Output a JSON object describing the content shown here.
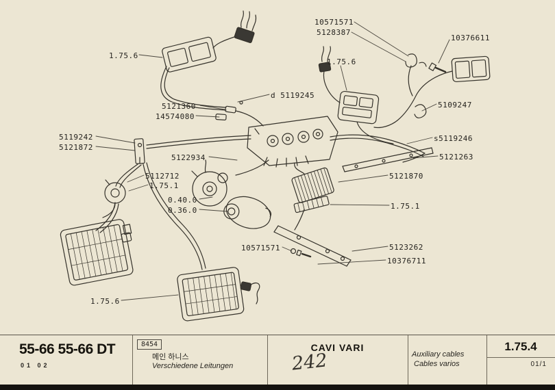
{
  "page": {
    "background": "#ece6d3",
    "line_color": "#34312a",
    "description": "Tractor wiring / auxiliary cables exploded parts diagram"
  },
  "diagram": {
    "labels": [
      {
        "id": "part-10571571-top",
        "text": "10571571"
      },
      {
        "id": "part-5128387",
        "text": "5128387"
      },
      {
        "id": "part-10376611",
        "text": "10376611"
      },
      {
        "id": "ref-1756-a",
        "text": "1.75.6"
      },
      {
        "id": "ref-1756-b",
        "text": "1.75.6"
      },
      {
        "id": "part-d5119245",
        "text": "d 5119245"
      },
      {
        "id": "part-5121360",
        "text": "5121360"
      },
      {
        "id": "part-14574080",
        "text": "14574080"
      },
      {
        "id": "part-5109247",
        "text": "5109247"
      },
      {
        "id": "part-5119242",
        "text": "5119242"
      },
      {
        "id": "part-5121872",
        "text": "5121872"
      },
      {
        "id": "part-s5119246",
        "text": "s5119246"
      },
      {
        "id": "part-5122934",
        "text": "5122934"
      },
      {
        "id": "part-5121263",
        "text": "5121263"
      },
      {
        "id": "part-5112712",
        "text": "5112712"
      },
      {
        "id": "ref-1751-a",
        "text": "1.75.1"
      },
      {
        "id": "part-5121870",
        "text": "5121870"
      },
      {
        "id": "ref-0400",
        "text": "0.40.0"
      },
      {
        "id": "ref-0360",
        "text": "0.36.0"
      },
      {
        "id": "ref-1751-b",
        "text": "1.75.1"
      },
      {
        "id": "part-10571571-bot",
        "text": "10571571"
      },
      {
        "id": "part-5123262",
        "text": "5123262"
      },
      {
        "id": "part-10376711",
        "text": "10376711"
      },
      {
        "id": "ref-1756-c",
        "text": "1.75.6"
      }
    ]
  },
  "footer": {
    "model": "55-66 55-66 DT",
    "model_sub": "01 02",
    "code": "8454",
    "korean": "메인 하니스",
    "german": "Verschiedene Leitungen",
    "title": "CAVI VARI",
    "page_number": "242",
    "english": "Auxiliary cables",
    "spanish": "Cables varios",
    "section": "1.75.4",
    "sheet": "01/1"
  }
}
